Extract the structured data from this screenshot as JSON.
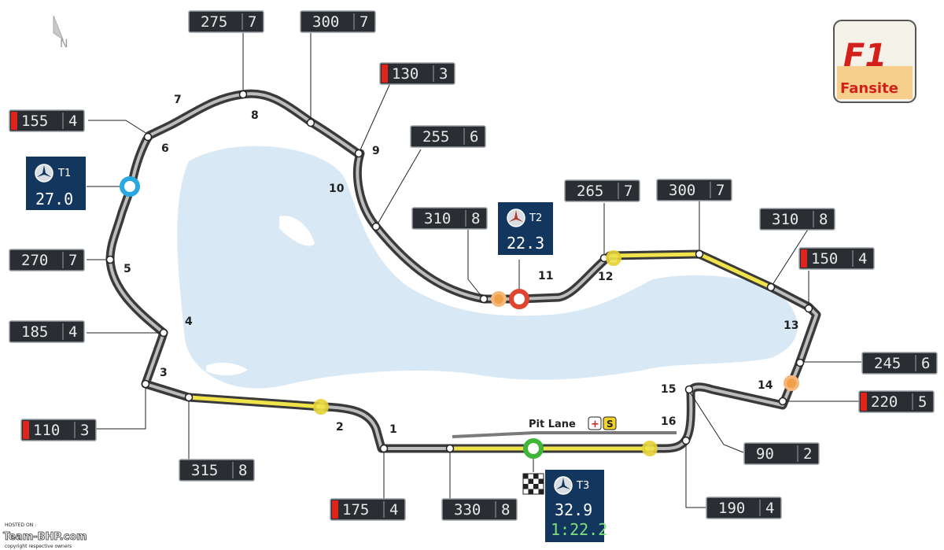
{
  "compass": {
    "label": "N",
    "icon": "north-arrow-icon"
  },
  "logo": {
    "main": "F1",
    "sub": "Fansite"
  },
  "speed_traps": [
    {
      "speed": "275",
      "gear": "7",
      "warning": false
    },
    {
      "speed": "300",
      "gear": "7",
      "warning": false
    },
    {
      "speed": "130",
      "gear": "3",
      "warning": true
    },
    {
      "speed": "155",
      "gear": "4",
      "warning": true
    },
    {
      "speed": "255",
      "gear": "6",
      "warning": false
    },
    {
      "speed": "265",
      "gear": "7",
      "warning": false
    },
    {
      "speed": "300",
      "gear": "7",
      "warning": false
    },
    {
      "speed": "310",
      "gear": "8",
      "warning": false
    },
    {
      "speed": "310",
      "gear": "8",
      "warning": false
    },
    {
      "speed": "150",
      "gear": "4",
      "warning": true
    },
    {
      "speed": "270",
      "gear": "7",
      "warning": false
    },
    {
      "speed": "185",
      "gear": "4",
      "warning": false
    },
    {
      "speed": "245",
      "gear": "6",
      "warning": false
    },
    {
      "speed": "220",
      "gear": "5",
      "warning": true
    },
    {
      "speed": "110",
      "gear": "3",
      "warning": true
    },
    {
      "speed": "90",
      "gear": "2",
      "warning": false
    },
    {
      "speed": "315",
      "gear": "8",
      "warning": false
    },
    {
      "speed": "175",
      "gear": "4",
      "warning": true
    },
    {
      "speed": "330",
      "gear": "8",
      "warning": false
    },
    {
      "speed": "190",
      "gear": "4",
      "warning": false
    }
  ],
  "turns": [
    "1",
    "2",
    "3",
    "4",
    "5",
    "6",
    "7",
    "8",
    "9",
    "10",
    "11",
    "12",
    "13",
    "14",
    "15",
    "16"
  ],
  "sectors": [
    {
      "label": "T1",
      "time": "27.0",
      "lap": "",
      "color": "#29a9e0"
    },
    {
      "label": "T2",
      "time": "22.3",
      "lap": "",
      "color": "#e0452f"
    },
    {
      "label": "T3",
      "time": "32.9",
      "lap": "1:22.2",
      "color": "#3fb53a"
    }
  ],
  "pit_lane": {
    "label": "Pit Lane",
    "badge_plus": "+",
    "badge_s": "S"
  },
  "watermark": {
    "hosted": "HOSTED ON :",
    "site": "Team-BHP.com",
    "copy": "copyright respective owners"
  },
  "colors": {
    "track": "#3a3a3a",
    "drs": "#f1e34a",
    "lake": "#d8e9f5",
    "box": "#2a2e33",
    "warning": "#e0241c",
    "sector_box": "#13365e"
  }
}
